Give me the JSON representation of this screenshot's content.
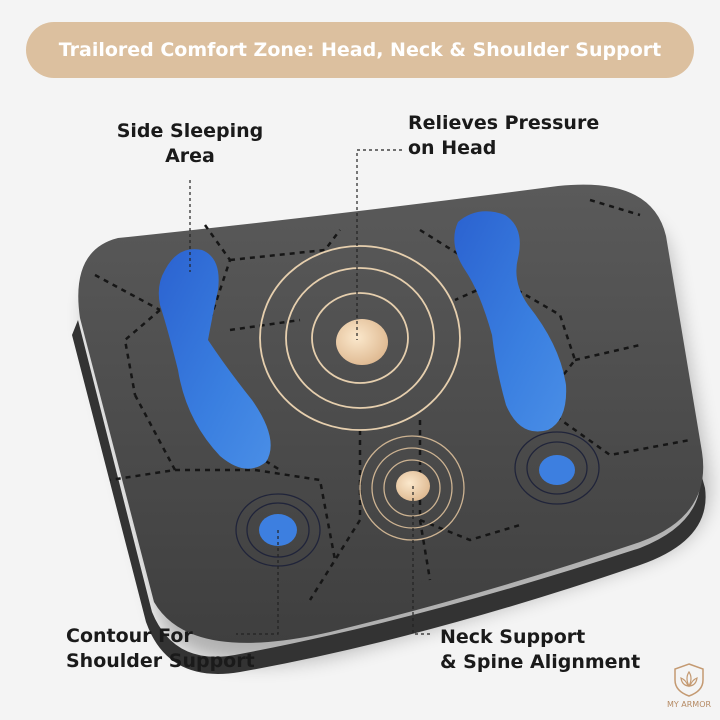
{
  "banner": {
    "title": "Trailored Comfort Zone: Head, Neck & Shoulder Support"
  },
  "labels": {
    "side_sleeping": {
      "line1": "Side Sleeping",
      "line2": "Area"
    },
    "relieves_pressure": {
      "line1": "Relieves Pressure",
      "line2": "on Head"
    },
    "contour_shoulder": {
      "line1": "Contour For",
      "line2": "Shoulder Support"
    },
    "neck_support": {
      "line1": "Neck Support",
      "line2": "& Spine Alignment"
    }
  },
  "brand": {
    "name": "MY ARMOR"
  },
  "colors": {
    "banner": "#dcc09f",
    "fabric": "#4e4e4e",
    "blue": "#2f6fd6",
    "beige": "#e9cfa8",
    "text": "#1a1a1a"
  }
}
